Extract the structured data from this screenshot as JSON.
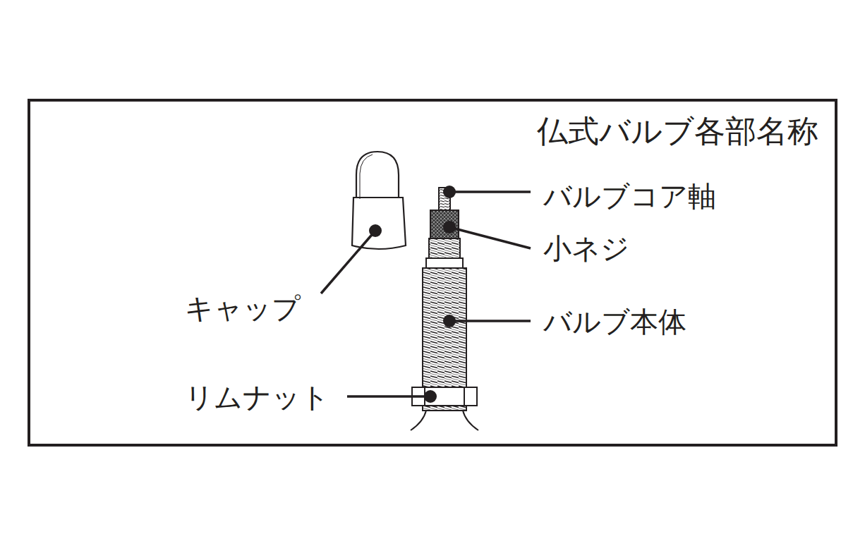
{
  "diagram": {
    "title": "仏式バルブ各部名称",
    "labels": [
      "バルブコア軸",
      "小ネジ",
      "バルブ本体",
      "キャップ",
      "リムナット"
    ]
  }
}
